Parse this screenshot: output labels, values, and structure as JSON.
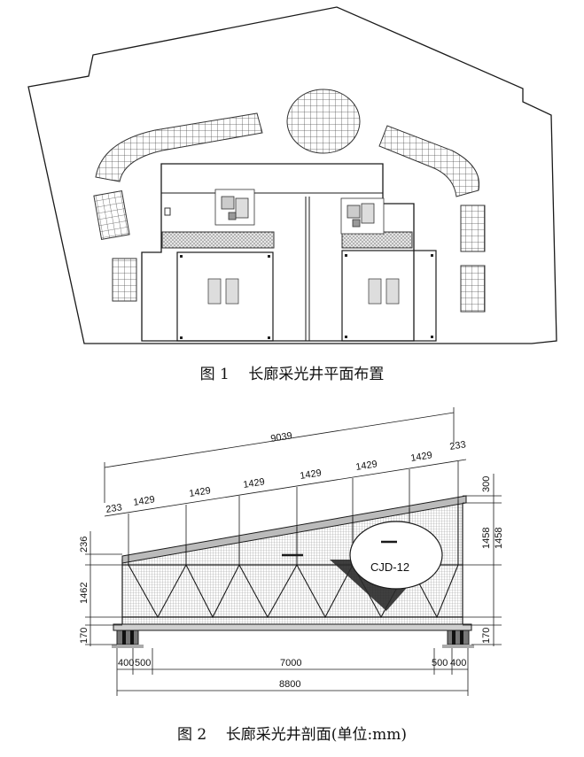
{
  "figure1": {
    "caption_number": "图 1",
    "caption_text": "长廊采光井平面布置"
  },
  "figure2": {
    "caption_number": "图 2",
    "caption_text": "长廊采光井剖面(单位:mm)",
    "label_equipment": "CJD-12",
    "dims": {
      "total_slope": "9039",
      "seg_start": "233",
      "seg_end": "233",
      "seg_1": "1429",
      "seg_2": "1429",
      "seg_3": "1429",
      "seg_4": "1429",
      "seg_5": "1429",
      "seg_6": "1429",
      "left_top": "236",
      "left_mid": "1462",
      "left_bot": "170",
      "right_top": "300",
      "right_a": "1458",
      "right_b": "1458",
      "right_bot": "170",
      "bottom_400_left": "400",
      "bottom_500_left": "500",
      "bottom_span": "7000",
      "bottom_500_right": "500",
      "bottom_400_right": "400",
      "bottom_total": "8800"
    }
  },
  "colors": {
    "line": "#1a1a1a",
    "hatch": "#8a8a8a",
    "fill_gray": "#9a9a9a",
    "dark": "#222222"
  }
}
